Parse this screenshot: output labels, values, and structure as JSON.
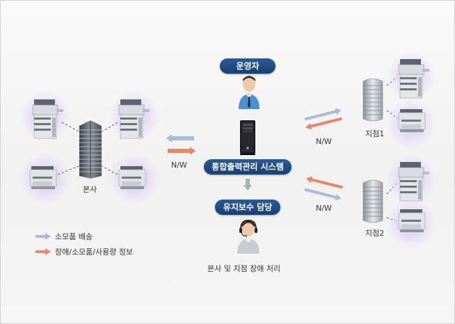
{
  "nodes": {
    "operator": "운영자",
    "system": "통합출력관리 시스템",
    "maintenance": "유지보수 담당",
    "hq": "본사",
    "branch1": "지점1",
    "branch2": "지점2",
    "maintenance_caption": "본사 및 지점 장애 처리"
  },
  "links": {
    "hq_nw": "N/W",
    "branch1_nw": "N/W",
    "branch2_nw": "N/W"
  },
  "legend": {
    "supplies_delivery": "소모품 배송",
    "fault_info": "장애/소모품/사용량 정보"
  },
  "colors": {
    "blue_arrow": "#a9bcd6",
    "red_arrow": "#ea8569",
    "pill": "#1f4a80"
  }
}
